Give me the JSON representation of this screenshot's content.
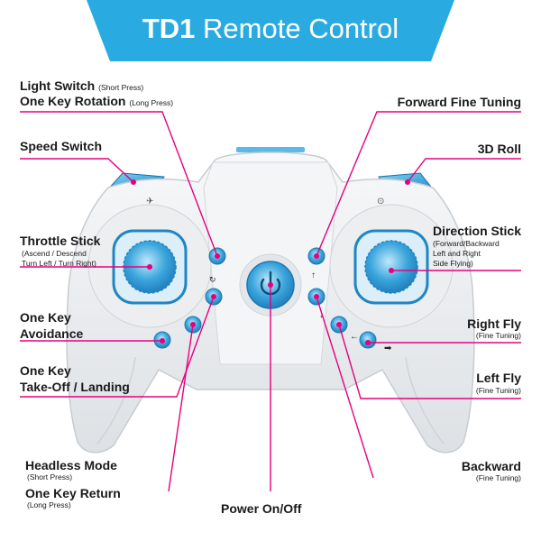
{
  "title": {
    "bold": "TD1",
    "rest": " Remote Control"
  },
  "colors": {
    "banner": "#29abe2",
    "leader": "#e6007e",
    "button": "#3aa5dc",
    "body": "#eef0f2"
  },
  "labels": {
    "light_switch": "Light Switch",
    "light_switch_note": "(Short Press)",
    "one_key_rotation": "One Key Rotation",
    "one_key_rotation_note": "(Long Press)",
    "speed_switch": "Speed Switch",
    "throttle_stick": "Throttle Stick",
    "throttle_note_1": "(Ascend / Descend",
    "throttle_note_2": "Turn Left / Turn Right)",
    "avoidance_1": "One Key",
    "avoidance_2": "Avoidance",
    "takeoff_1": "One Key",
    "takeoff_2": "Take-Off / Landing",
    "headless": "Headless Mode",
    "headless_note": "(Short Press)",
    "return": "One Key Return",
    "return_note": "(Long Press)",
    "power": "Power On/Off",
    "forward": "Forward Fine Tuning",
    "roll": "3D Roll",
    "direction_stick": "Direction Stick",
    "direction_note_1": "(Forward/Backward",
    "direction_note_2": "Left and Right",
    "direction_note_3": "Side Flying)",
    "right_fly": "Right Fly",
    "right_fly_note": "(Fine Tuning)",
    "left_fly": "Left Fly",
    "left_fly_note": "(Fine Tuning)",
    "backward": "Backward",
    "backward_note": "(Fine Tuning)"
  }
}
